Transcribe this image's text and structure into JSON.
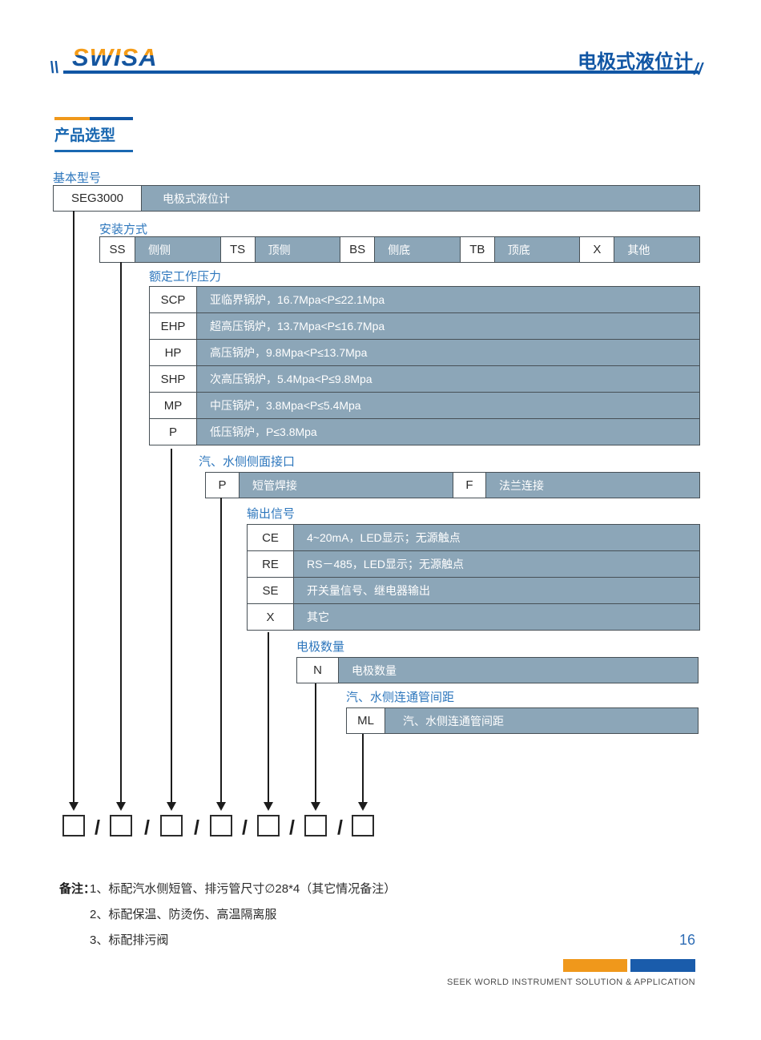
{
  "header": {
    "logo_text": "SWISA",
    "doc_title": "电极式液位计"
  },
  "section": {
    "title": "产品选型"
  },
  "selector": {
    "slash": "/",
    "basic": {
      "label": "基本型号",
      "code": "SEG3000",
      "desc": "电极式液位计"
    },
    "mounting": {
      "label": "安装方式",
      "options": [
        {
          "code": "SS",
          "desc": "侧侧"
        },
        {
          "code": "TS",
          "desc": "顶侧"
        },
        {
          "code": "BS",
          "desc": "侧底"
        },
        {
          "code": "TB",
          "desc": "顶底"
        },
        {
          "code": "X",
          "desc": "其他"
        }
      ]
    },
    "pressure": {
      "label": "额定工作压力",
      "options": [
        {
          "code": "SCP",
          "desc": "亚临界锅炉，16.7Mpa<P≤22.1Mpa"
        },
        {
          "code": "EHP",
          "desc": "超高压锅炉，13.7Mpa<P≤16.7Mpa"
        },
        {
          "code": "HP",
          "desc": "高压锅炉，9.8Mpa<P≤13.7Mpa"
        },
        {
          "code": "SHP",
          "desc": "次高压锅炉，5.4Mpa<P≤9.8Mpa"
        },
        {
          "code": "MP",
          "desc": "中压锅炉，3.8Mpa<P≤5.4Mpa"
        },
        {
          "code": "P",
          "desc": "低压锅炉，P≤3.8Mpa"
        }
      ]
    },
    "connection": {
      "label": "汽、水侧侧面接口",
      "options": [
        {
          "code": "P",
          "desc": "短管焊接"
        },
        {
          "code": "F",
          "desc": "法兰连接"
        }
      ]
    },
    "output": {
      "label": "输出信号",
      "options": [
        {
          "code": "CE",
          "desc": "4~20mA，LED显示；无源触点"
        },
        {
          "code": "RE",
          "desc": "RS－485，LED显示；无源触点"
        },
        {
          "code": "SE",
          "desc": "开关量信号、继电器输出"
        },
        {
          "code": "X",
          "desc": "其它"
        }
      ]
    },
    "electrode": {
      "label": "电极数量",
      "code": "N",
      "desc": "电极数量"
    },
    "spacing": {
      "label": "汽、水侧连通管间距",
      "code": "ML",
      "desc": "汽、水侧连通管间距"
    }
  },
  "notes": {
    "title": "备注：",
    "items": [
      "1、标配汽水侧短管、排污管尺寸∅28*4（其它情况备注）",
      "2、标配保温、防烫伤、高温隔离服",
      "3、标配排污阀"
    ]
  },
  "footer": {
    "page_number": "16",
    "slogan": "SEEK WORLD INSTRUMENT SOLUTION & APPLICATION"
  },
  "colors": {
    "accent_blue": "#1156a4",
    "label_blue": "#2e77bd",
    "cell_fill": "#8ca6b8",
    "orange": "#f0981b",
    "footer_blue": "#1a5cab"
  }
}
